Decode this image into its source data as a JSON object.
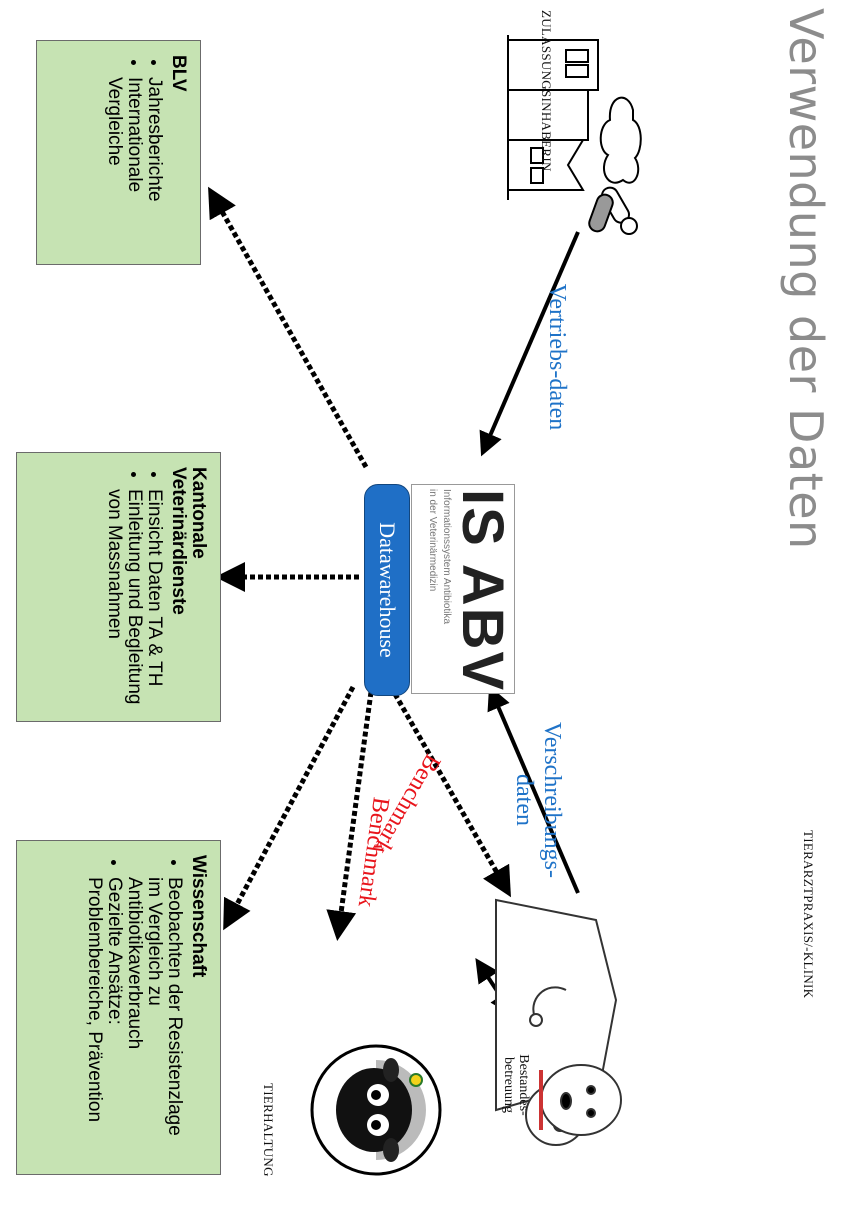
{
  "title": "Verwendung der Daten",
  "captions": {
    "zulassung": "ZULASSUNGSINHABERIN",
    "tierarzt": "TIERARZTPRAXIS/-KLINIK",
    "tierhaltung": "TIERHALTUNG",
    "bestandes": "Bestandes-betreuung"
  },
  "flows": {
    "vertrieb": "Vertriebs-daten",
    "verschreibung": "Verschreibungs-daten",
    "benchmark1": "Benchmark",
    "benchmark2": "Benchmark"
  },
  "colors": {
    "blue_label": "#1f73c8",
    "red_label": "#e8141b",
    "box_fill": "#c6e3b3",
    "db_fill": "#1f6fc6"
  },
  "logo": {
    "big": "IS ABV",
    "line1": "Informationssystem Antibiotika",
    "line2": "in der Veterinärmedizin"
  },
  "datawarehouse": "Datawarehouse",
  "boxes": {
    "blv": {
      "heading": "BLV",
      "items": [
        "Jahresberichte",
        "Internationale Vergleiche"
      ]
    },
    "kantonal": {
      "heading": "Kantonale Veterinärdienste",
      "items": [
        "Einsicht Daten TA & TH",
        "Einleitung und Begleitung von Massnahmen"
      ]
    },
    "wissenschaft": {
      "heading": "Wissenschaft",
      "items": [
        "Beobachten der Resistenzlage im Vergleich zu Antibiotikaverbrauch",
        "Gezielte Ansätze: Problembereiche, Prävention"
      ]
    }
  },
  "icons": [
    "factory-icon",
    "pills-icon",
    "veterinarian-icon",
    "dog-icon",
    "sheep-icon"
  ]
}
